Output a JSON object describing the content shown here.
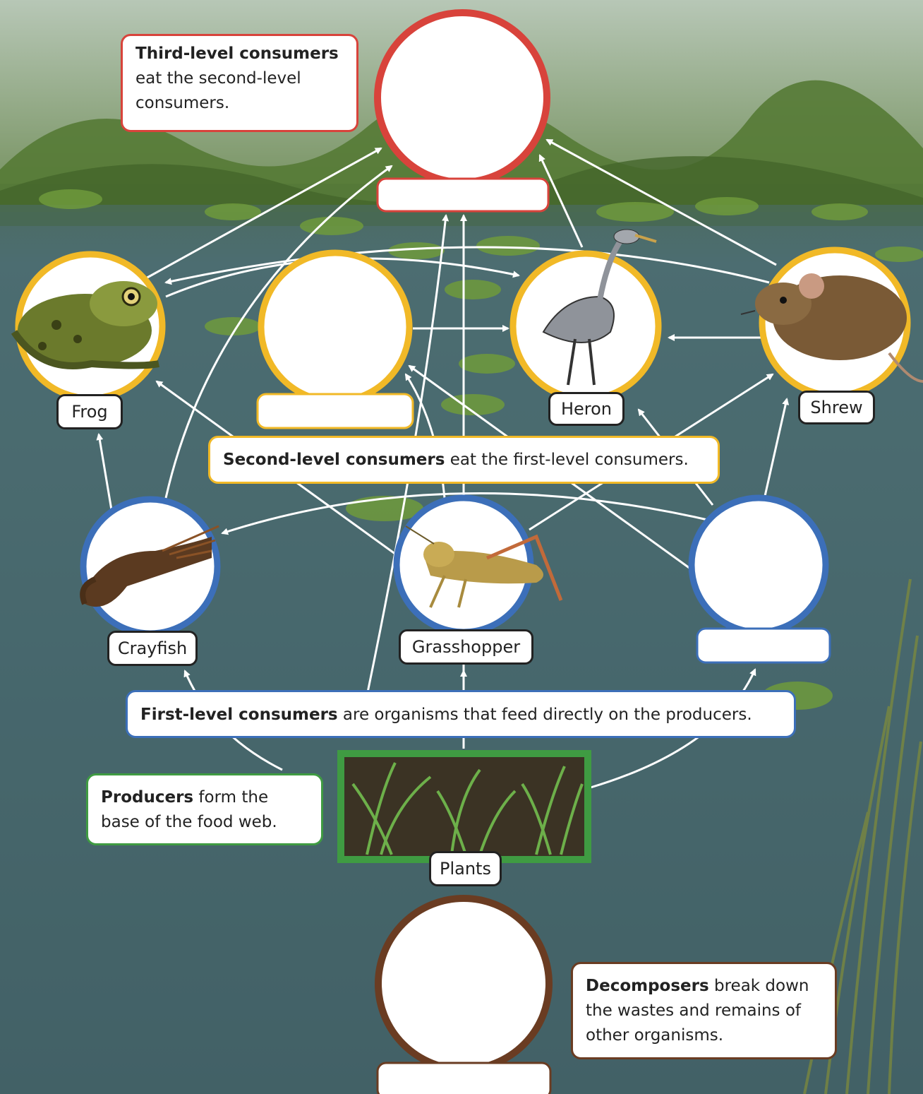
{
  "callouts": {
    "third": {
      "bold": "Third-level consumers",
      "rest_line1": "eat the second-level",
      "rest_line2": "consumers."
    },
    "second": {
      "bold": "Second-level consumers",
      "rest": " eat the first-level consumers."
    },
    "first": {
      "bold": "First-level consumers",
      "rest": " are organisms that feed directly on the producers."
    },
    "producers": {
      "bold": "Producers",
      "rest_line1": " form the",
      "rest_line2": "base of the food web."
    },
    "decomposers": {
      "bold": "Decomposers",
      "rest_line1": " break down",
      "rest_line2": "the wastes and remains of",
      "rest_line3": "other organisms."
    }
  },
  "organisms": {
    "frog": "Frog",
    "heron": "Heron",
    "shrew": "Shrew",
    "crayfish": "Crayfish",
    "grasshopper": "Grasshopper",
    "plants": "Plants"
  },
  "colors": {
    "third_level": "#d8433b",
    "second_level": "#f1b927",
    "first_level": "#3c6fb9",
    "producers": "#3f9b42",
    "decomposers": "#6a3c22"
  }
}
